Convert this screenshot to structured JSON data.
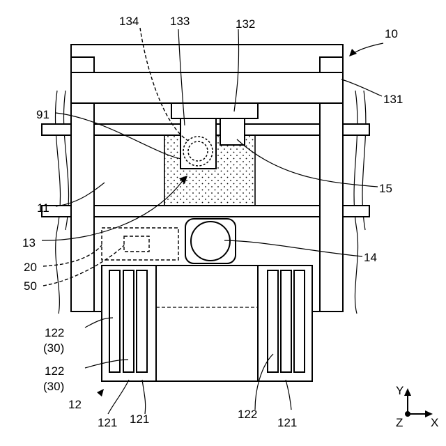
{
  "labels": {
    "l10": "10",
    "l131": "131",
    "l132": "132",
    "l133": "133",
    "l134": "134",
    "l91": "91",
    "l11": "11",
    "l15": "15",
    "l13": "13",
    "l14": "14",
    "l20": "20",
    "l50": "50",
    "l122a": "122",
    "l30a": "(30)",
    "l122b": "122",
    "l30b": "(30)",
    "l12": "12",
    "l121a": "121",
    "l121b": "121",
    "l122c": "122",
    "l121c": "121"
  },
  "axes": {
    "y": "Y",
    "z": "Z",
    "x": "X"
  }
}
